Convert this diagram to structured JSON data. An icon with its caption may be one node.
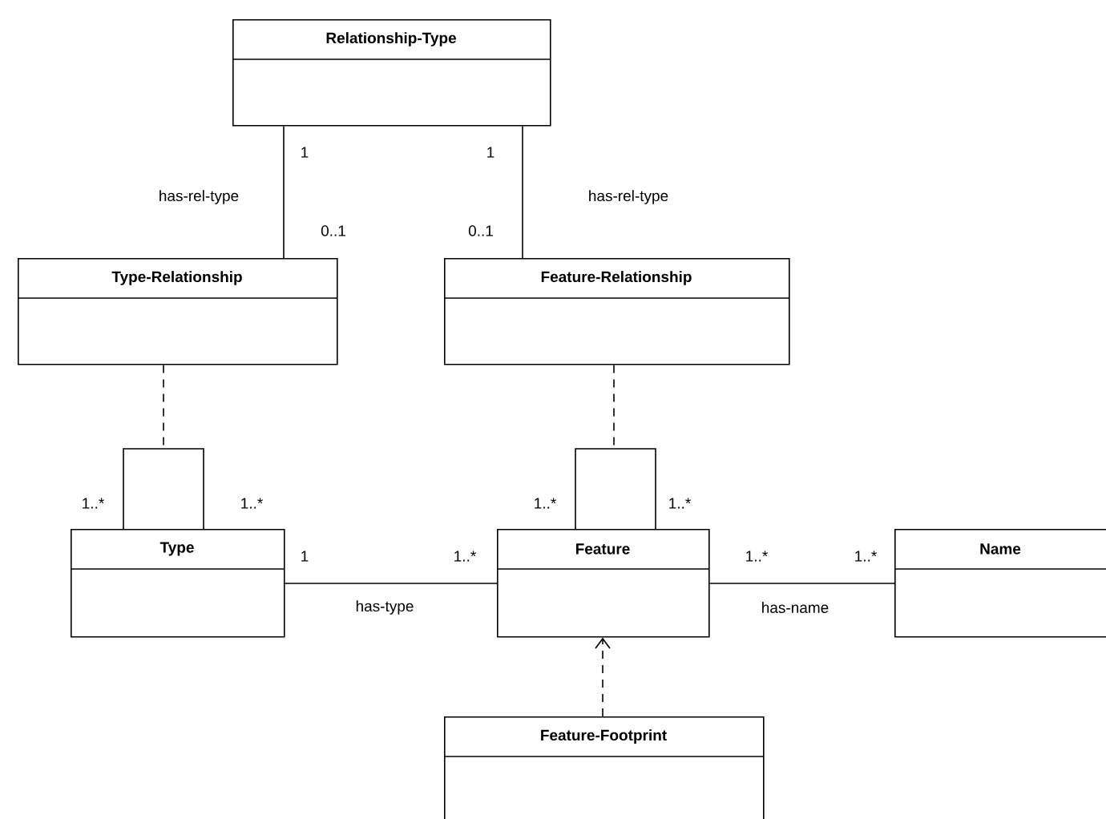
{
  "diagram": {
    "nodes": [
      {
        "text": [
          "Relationship-Type"
        ]
      },
      {
        "text": [
          "Type-Relationship"
        ]
      },
      {
        "text": [
          "Feature-Relationship"
        ]
      },
      {
        "text": [
          "Type"
        ]
      },
      {
        "text": [
          "Feature"
        ]
      },
      {
        "text": [
          "Name"
        ]
      },
      {
        "text": [
          "Feature-Footprint"
        ]
      }
    ],
    "edges": [
      {
        "from": 0,
        "to": 1,
        "arrow": "none",
        "label": "has-rel-type"
      },
      {
        "from": 0,
        "to": 2,
        "arrow": "none",
        "label": "has-rel-type"
      },
      {
        "from": 3,
        "to": 3,
        "arrow": "none"
      },
      {
        "from": 1,
        "to": null,
        "arrow": "none",
        "style": "dashed"
      },
      {
        "from": 4,
        "to": 4,
        "arrow": "none"
      },
      {
        "from": 2,
        "to": null,
        "arrow": "none",
        "style": "dashed"
      },
      {
        "from": 3,
        "to": 4,
        "arrow": "none",
        "label": "has-type"
      },
      {
        "from": 4,
        "to": 5,
        "arrow": "none",
        "label": "has-name"
      },
      {
        "from": 6,
        "to": 4,
        "arrow": "to",
        "style": "dashed"
      }
    ],
    "labels": [
      "1",
      "1",
      "0..1",
      "0..1",
      "1..*",
      "1..*",
      "1..*",
      "1..*",
      "1",
      "1..*",
      "1..*",
      "1..*"
    ]
  }
}
